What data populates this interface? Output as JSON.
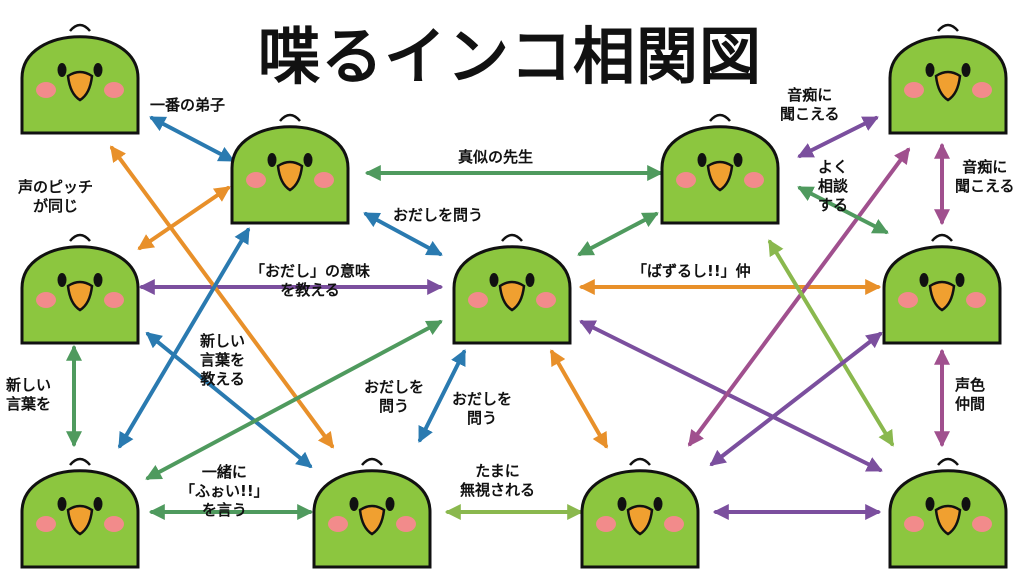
{
  "title": "喋るインコ相関図",
  "labels": {
    "l1": "一番の弟子",
    "l2": "声のピッチ\nが同じ",
    "l3": "真似の先生",
    "l4": "おだしを問う",
    "l5": "「おだし」の意味\nを教える",
    "l6": "新しい\n言葉を\n教える",
    "l7": "新しい\n言葉を",
    "l8": "おだしを\n問う",
    "l9": "おだしを\n問う",
    "l10": "一緒に\n「ふぉい!!」\nを言う",
    "l11": "たまに\n無視される",
    "l12": "「ばずるし!!」仲",
    "l13": "音痴に\n聞こえる",
    "l14": "よく\n相談\nする",
    "l15": "音痴に\n聞こえる",
    "l16": "声色\n仲間"
  },
  "colors": {
    "orange": "#e8902a",
    "blue": "#2a7ab0",
    "green": "#4f9a5e",
    "purple": "#7b4f9e",
    "lightgreen": "#8ab84e",
    "magenta": "#a0508e",
    "parrot": "#8cc63f",
    "parrot_dark": "#6fa830",
    "beak": "#f0a030",
    "cheek": "#f28b8b"
  }
}
